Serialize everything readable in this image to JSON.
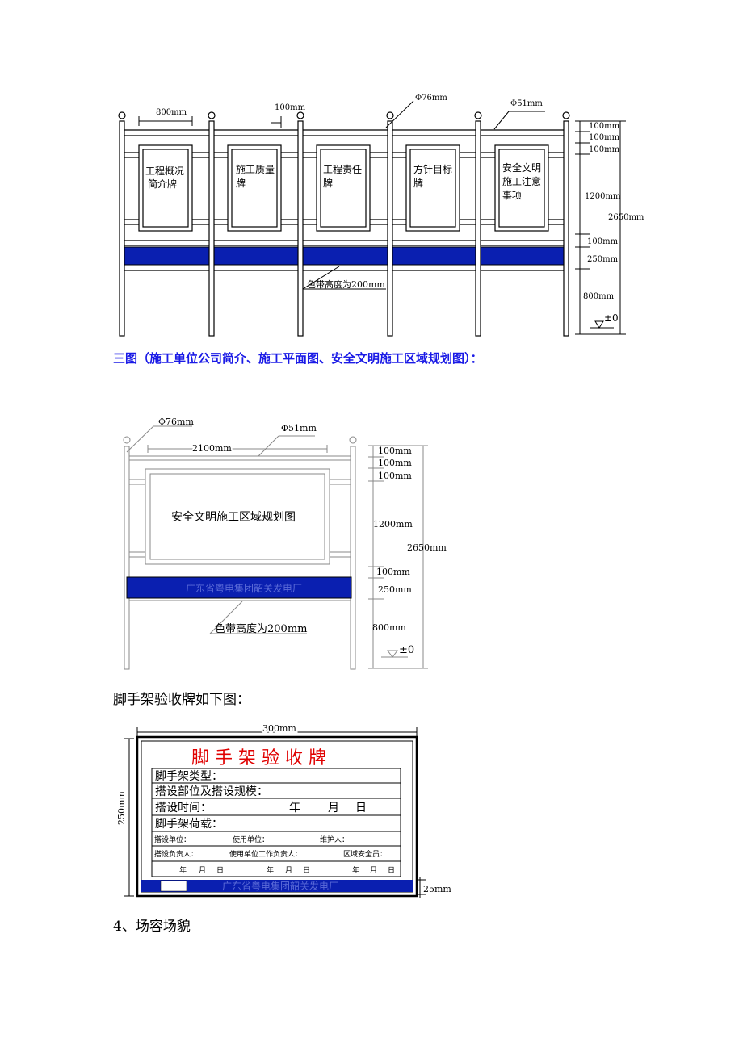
{
  "figure1": {
    "dims": {
      "panel_width": "800mm",
      "gap": "100mm",
      "post_dia": "Φ76mm",
      "rail_dia": "Φ51mm"
    },
    "right_dims": [
      "100mm",
      "100mm",
      "100mm",
      "1200mm",
      "100mm",
      "250mm",
      "800mm"
    ],
    "total_height": "2650mm",
    "ground_mark": "±0",
    "band_note": "色带高度为200mm",
    "panels": [
      [
        "工程概况",
        "简介牌"
      ],
      [
        "施工质量",
        "牌"
      ],
      [
        "工程责任",
        "牌"
      ],
      [
        "方针目标",
        "牌"
      ],
      [
        "安全文明",
        "施工注意",
        "事项"
      ]
    ]
  },
  "caption_three": "三图（施工单位公司简介、施工平面图、安全文明施工区域规划图）：",
  "figure2": {
    "post_dia": "Φ76mm",
    "rail_dia": "Φ51mm",
    "width_dim": "2100mm",
    "panel_title": "安全文明施工区域规划图",
    "band_text": "广东省粤电集团韶关发电厂",
    "band_note": "色带高度为200mm",
    "right_dims": [
      "100mm",
      "100mm",
      "100mm",
      "1200mm",
      "100mm",
      "250mm",
      "800mm"
    ],
    "total_height": "2650mm",
    "ground_mark": "±0"
  },
  "caption_scaffold": "脚手架验收牌如下图：",
  "figure3": {
    "width_dim": "300mm",
    "height_dim": "250mm",
    "band_dim": "25mm",
    "title": "脚 手 架 验 收 牌",
    "rows": [
      "脚手架类型：",
      "搭设部位及搭设规模：",
      "搭设时间：",
      "脚手架荷载："
    ],
    "date_parts": [
      "年",
      "月",
      "日"
    ],
    "small_row1": [
      "搭设单位：",
      "使用单位：",
      "维护人："
    ],
    "small_row2": [
      "搭设负责人：",
      "使用单位工作负责人：",
      "区域安全员："
    ],
    "date_labels": [
      "年",
      "月",
      "日"
    ],
    "band_text": "广东省粤电集团韶关发电厂"
  },
  "section_heading": "4、场容场貌",
  "colors": {
    "band_blue": "#0a1fb0",
    "title_red": "#e00000",
    "caption_blue": "#1a1ae6"
  }
}
